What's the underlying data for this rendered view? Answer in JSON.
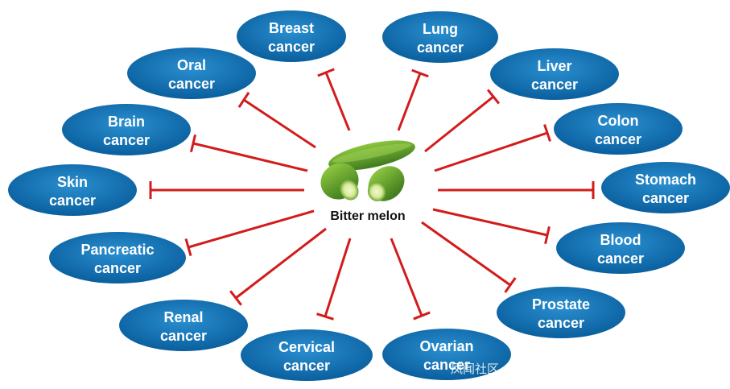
{
  "center": {
    "label": "Bitter melon"
  },
  "targets": [
    {
      "id": "breast",
      "line1": "Breast",
      "line2": "cancer"
    },
    {
      "id": "lung",
      "line1": "Lung",
      "line2": "cancer"
    },
    {
      "id": "liver",
      "line1": "Liver",
      "line2": "cancer"
    },
    {
      "id": "colon",
      "line1": "Colon",
      "line2": "cancer"
    },
    {
      "id": "stomach",
      "line1": "Stomach",
      "line2": "cancer"
    },
    {
      "id": "blood",
      "line1": "Blood",
      "line2": "cancer"
    },
    {
      "id": "prostate",
      "line1": "Prostate",
      "line2": "cancer"
    },
    {
      "id": "ovarian",
      "line1": "Ovarian",
      "line2": "cancer"
    },
    {
      "id": "cervical",
      "line1": "Cervical",
      "line2": "cancer"
    },
    {
      "id": "renal",
      "line1": "Renal",
      "line2": "cancer"
    },
    {
      "id": "pancreatic",
      "line1": "Pancreatic",
      "line2": "cancer"
    },
    {
      "id": "skin",
      "line1": "Skin",
      "line2": "cancer"
    },
    {
      "id": "brain",
      "line1": "Brain",
      "line2": "cancer"
    },
    {
      "id": "oral",
      "line1": "Oral",
      "line2": "cancer"
    }
  ],
  "colors": {
    "bubble_light": "#2a8fd0",
    "bubble_dark": "#0a5f9e",
    "inhibit_line": "#d21c1c",
    "melon_dark": "#3f7a1e",
    "melon_light": "#8cc63f"
  },
  "watermark": "凤闻社区"
}
